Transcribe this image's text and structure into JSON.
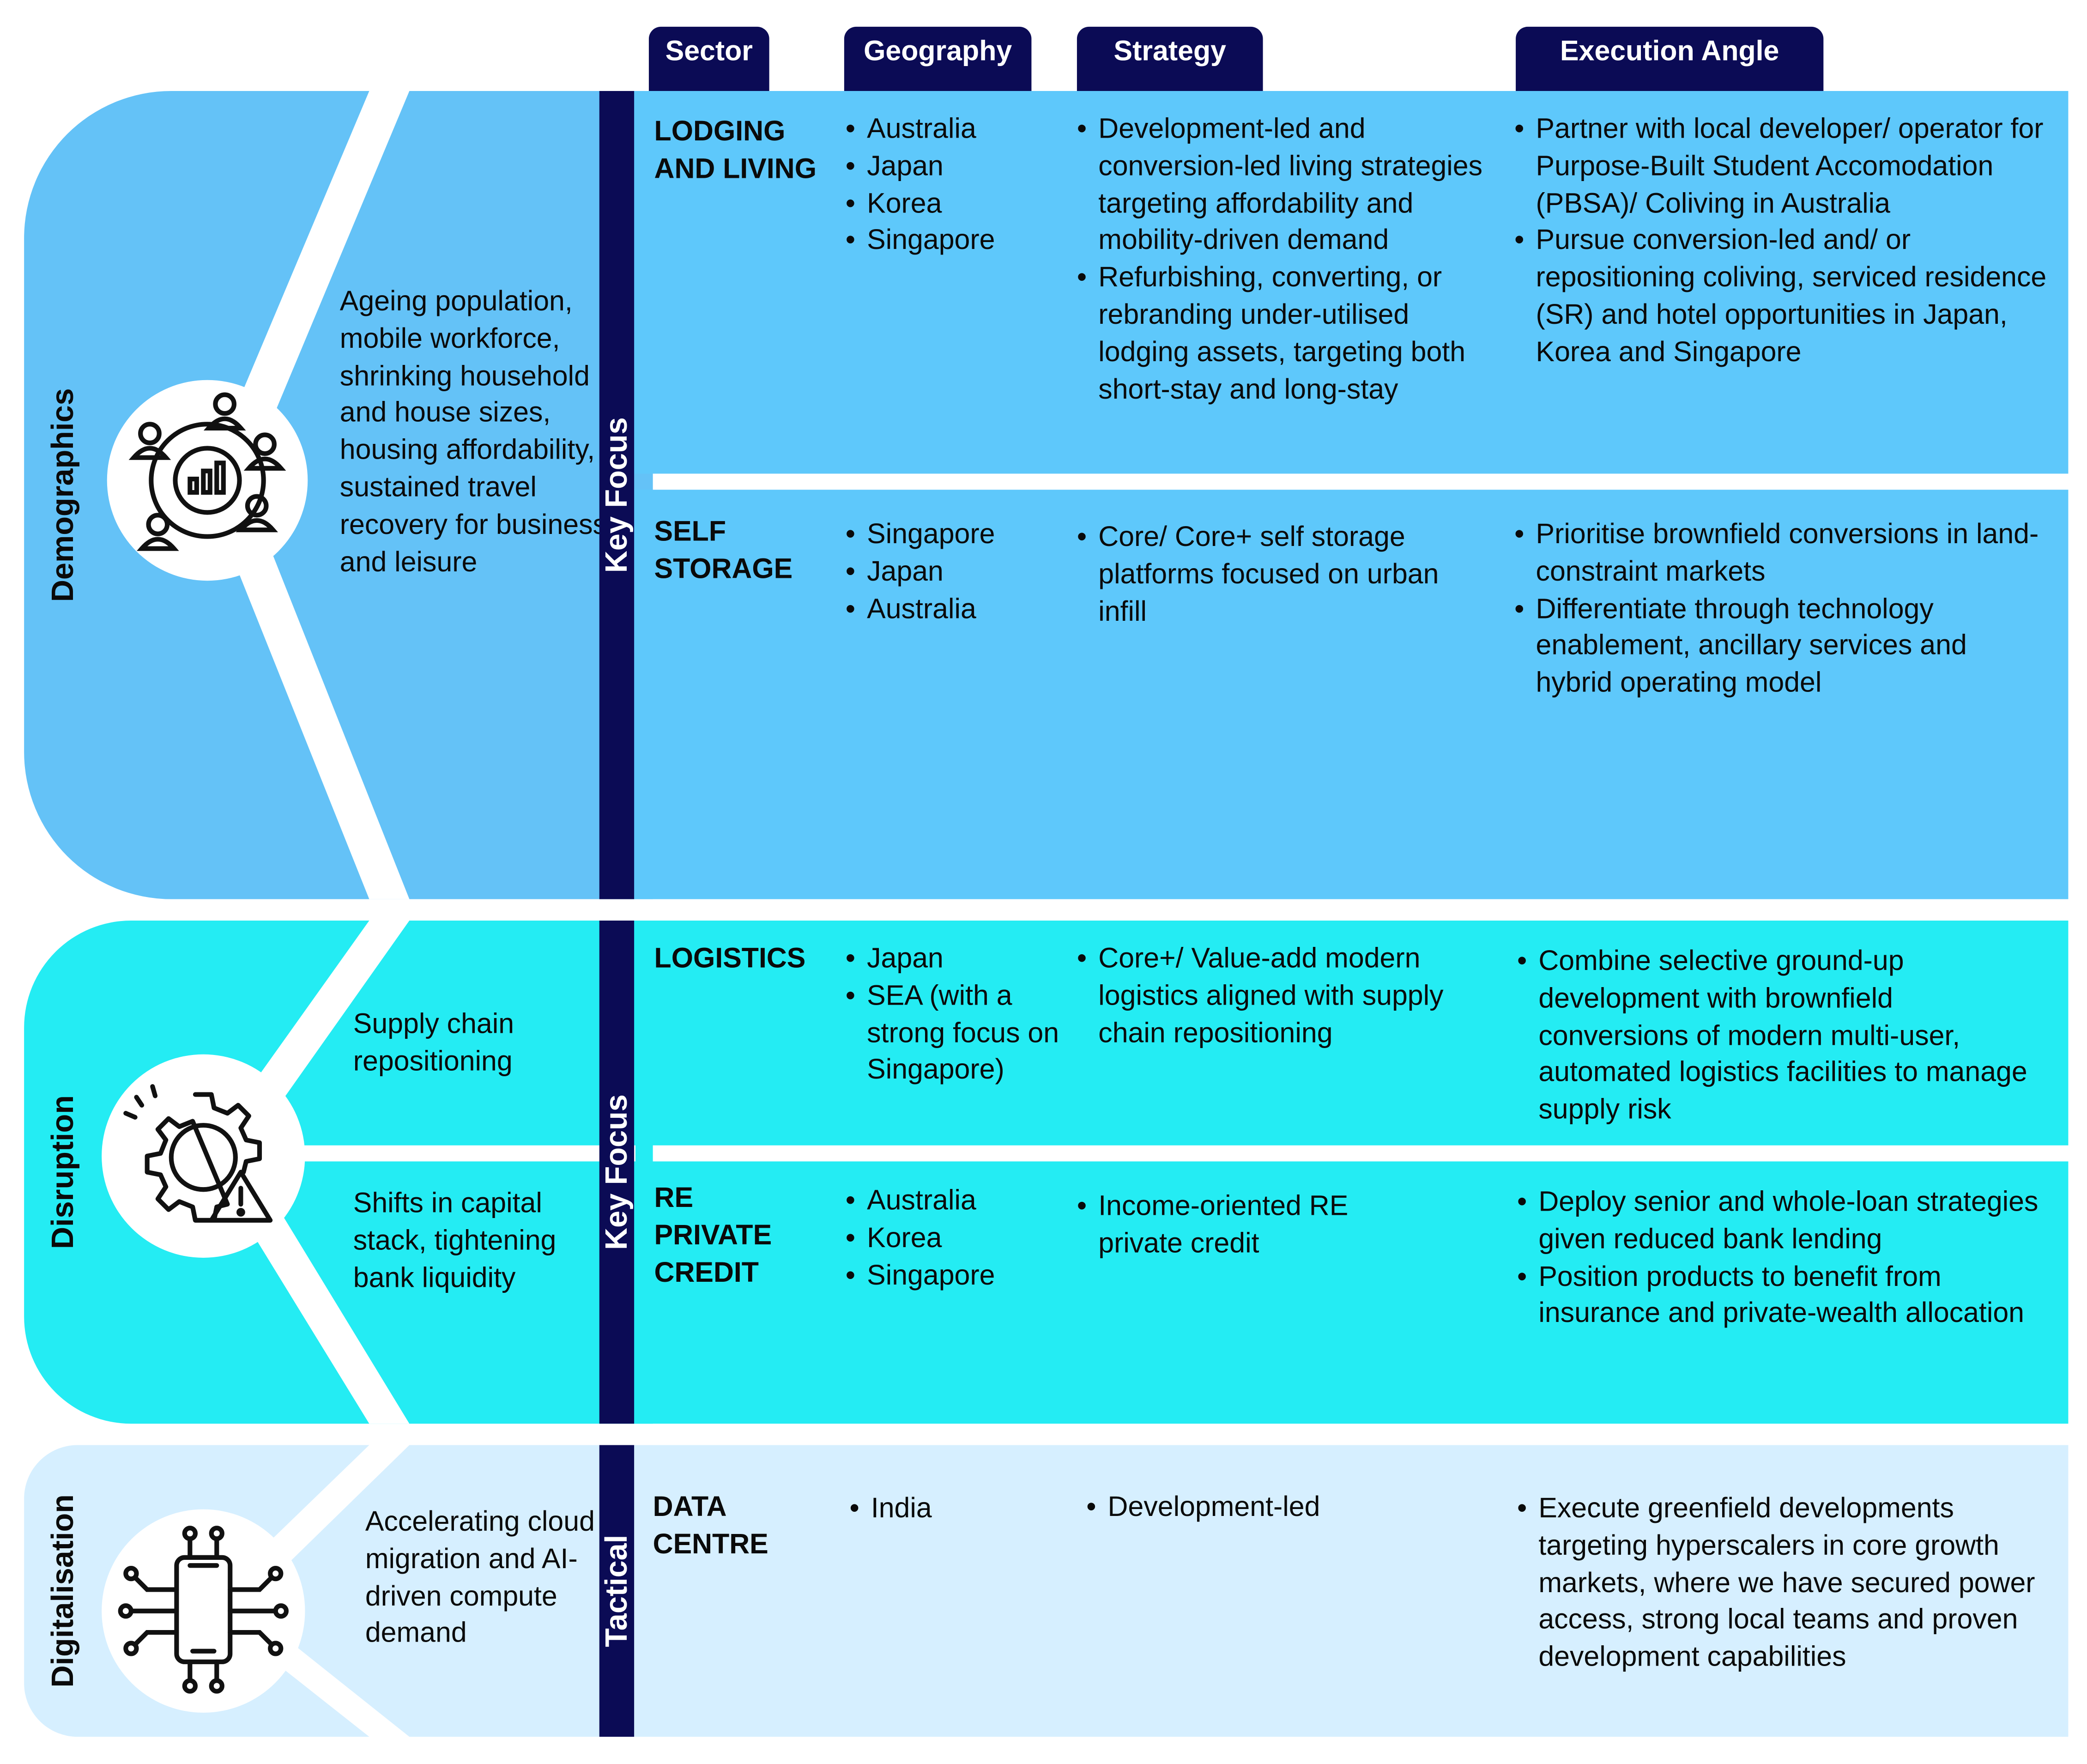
{
  "headers": {
    "sector": "Sector",
    "geography": "Geography",
    "strategy": "Strategy",
    "execution": "Execution Angle"
  },
  "colors": {
    "navy": "#0b0b55",
    "demographics": "#64c2f7",
    "demographics_rows": "#5ec8fb",
    "disruption": "#24ecf3",
    "digitalisation": "#d6efff"
  },
  "themes": {
    "demographics": {
      "label": "Demographics",
      "icon": "people-chart-icon",
      "driver": "Ageing population, mobile workforce, shrinking household and house sizes, housing affordability, sustained travel recovery for business and leisure",
      "focus_label": "Key Focus"
    },
    "disruption": {
      "label": "Disruption",
      "icon": "gear-warning-icon",
      "driver_1": "Supply chain repositioning",
      "driver_2": "Shifts in capital stack, tightening bank liquidity",
      "focus_label": "Key Focus"
    },
    "digitalisation": {
      "label": "Digitalisation",
      "icon": "smartphone-circuit-icon",
      "driver": "Accelerating cloud migration and AI-driven compute demand",
      "focus_label": "Tactical"
    }
  },
  "rows": {
    "lodging": {
      "sector": "LODGING AND LIVING",
      "geography": [
        "Australia",
        "Japan",
        "Korea",
        "Singapore"
      ],
      "strategy": [
        "Development-led and conversion-led living strategies targeting affordability and mobility-driven demand",
        "Refurbishing, converting, or rebranding under-utilised lodging assets, targeting both short-stay and long-stay"
      ],
      "execution": [
        "Partner with local developer/ operator for Purpose-Built Student Accomodation (PBSA)/ Coliving in Australia",
        "Pursue conversion-led and/ or repositioning coliving, serviced residence (SR) and hotel opportunities in Japan, Korea and Singapore"
      ]
    },
    "storage": {
      "sector": "SELF STORAGE",
      "geography": [
        "Singapore",
        "Japan",
        "Australia"
      ],
      "strategy": [
        "Core/ Core+ self storage platforms focused on urban infill"
      ],
      "execution": [
        "Prioritise brownfield conversions in land-constraint markets",
        "Differentiate through technology enablement, ancillary services and hybrid operating model"
      ]
    },
    "logistics": {
      "sector": "LOGISTICS",
      "geography": [
        "Japan",
        "SEA (with a strong focus on Singapore)"
      ],
      "strategy": [
        "Core+/ Value-add modern logistics aligned with supply chain repositioning"
      ],
      "execution": [
        "Combine selective ground-up development with brownfield conversions of modern multi-user, automated logistics facilities to manage supply risk"
      ]
    },
    "credit": {
      "sector": "RE PRIVATE CREDIT",
      "geography": [
        "Australia",
        "Korea",
        "Singapore"
      ],
      "strategy": [
        "Income-oriented RE private credit"
      ],
      "execution": [
        "Deploy senior and whole-loan strategies given reduced bank lending",
        "Position products to benefit from insurance and private-wealth allocation"
      ]
    },
    "datacentre": {
      "sector": "DATA CENTRE",
      "geography": [
        "India"
      ],
      "strategy": [
        "Development-led"
      ],
      "execution": [
        "Execute greenfield developments targeting hyperscalers in core growth markets, where we have secured power access, strong local teams and proven development capabilities"
      ]
    }
  }
}
